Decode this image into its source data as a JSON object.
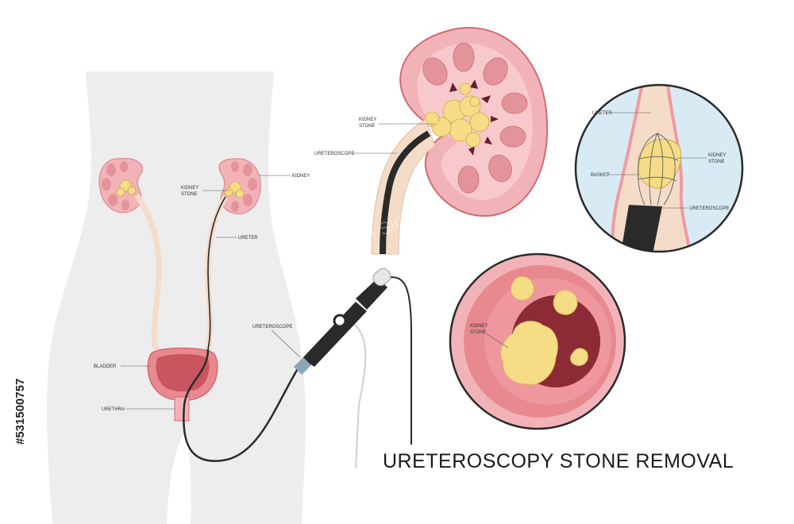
{
  "title": "URETEROSCOPY STONE REMOVAL",
  "stock_id": "#531500757",
  "watermark": "Adobe Stock",
  "labels": {
    "kidney": "KIDNEY",
    "kidney_stone_line1": "KIDNEY",
    "kidney_stone_line2": "STONE",
    "ureter": "URETER",
    "ureteroscope": "URETEROSCOPE",
    "bladder": "BLADDER",
    "urethra": "URETHRA",
    "basket": "BASKET"
  },
  "colors": {
    "body": "#ededed",
    "kidney": "#f2b3b8",
    "kidney_dark": "#d98a92",
    "stone": "#f7dc86",
    "scope": "#2a2a2a",
    "ureter": "#f5dcc8",
    "tissue": "#e88990",
    "lumen": "#8c2a35",
    "fluid": "#d8eaf3"
  }
}
